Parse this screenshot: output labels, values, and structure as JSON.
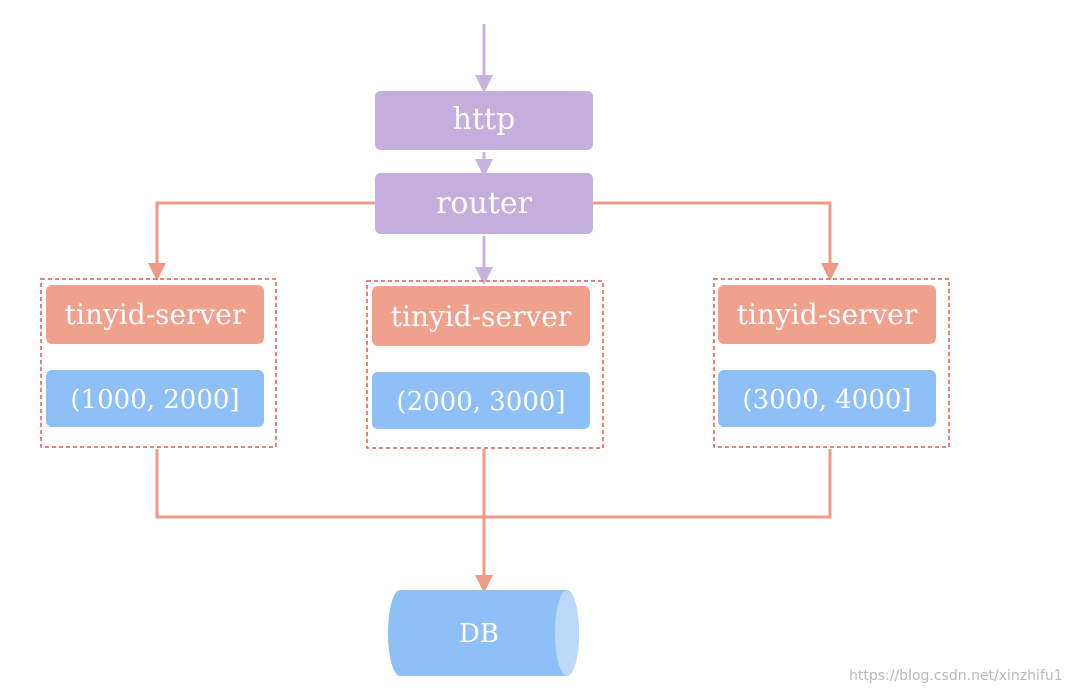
{
  "colors": {
    "purple": "#c3aedd",
    "salmon": "#f0a18e",
    "blue": "#8ebff6",
    "db_cap": "#bcd9f9",
    "connector_purple": "#c8b2e0",
    "connector_salmon": "#ef9a86",
    "dashed_border": "#e4574a"
  },
  "nodes": {
    "http": "http",
    "router": "router",
    "db": "DB"
  },
  "servers": [
    {
      "name": "tinyid-server",
      "range": "(1000, 2000]"
    },
    {
      "name": "tinyid-server",
      "range": "(2000, 3000]"
    },
    {
      "name": "tinyid-server",
      "range": "(3000, 4000]"
    }
  ],
  "watermark": "https://blog.csdn.net/xinzhifu1"
}
